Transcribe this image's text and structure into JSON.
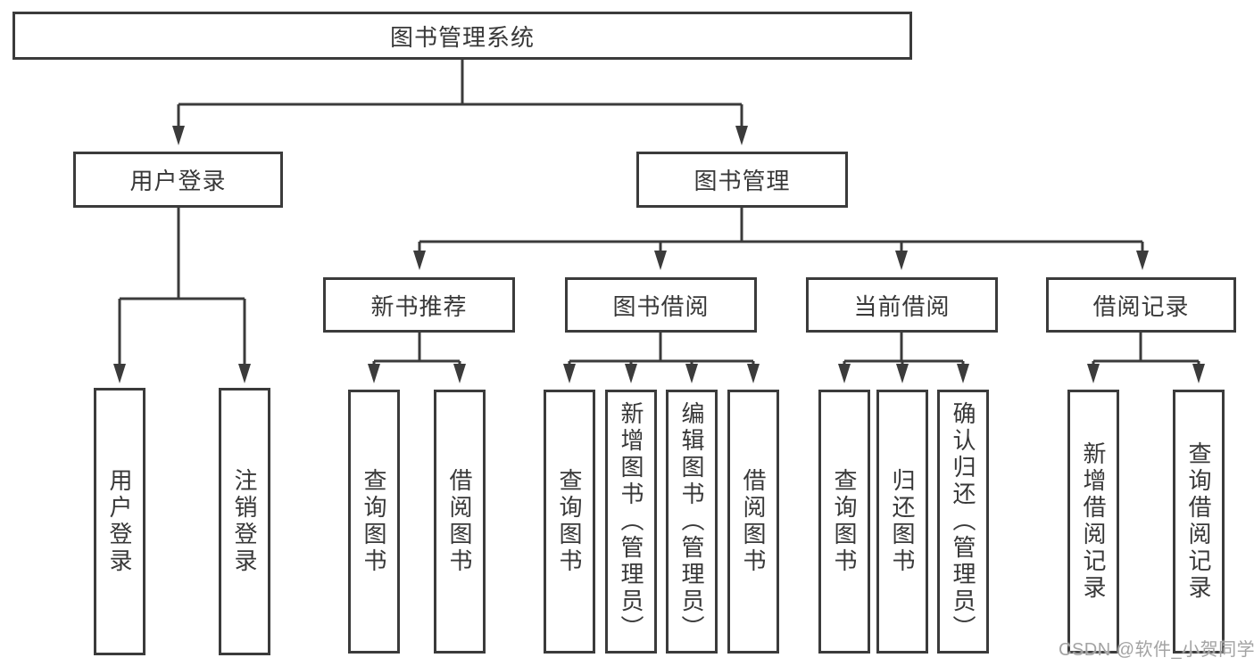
{
  "diagram": {
    "title": "图书管理系统",
    "watermark": "CSDN @软件_小贺同学",
    "colors": {
      "line": "#3b3b3b",
      "box_border": "#3b3b3b",
      "text": "#383838",
      "background": "#ffffff",
      "watermark": "#a3a3a3"
    },
    "nodes": {
      "root": {
        "label": "图书管理系统"
      },
      "user_login": {
        "label": "用户登录"
      },
      "book_management": {
        "label": "图书管理"
      },
      "login": {
        "label": "用户登录"
      },
      "logout": {
        "label": "注销登录"
      },
      "new_book_recommend": {
        "label": "新书推荐"
      },
      "book_borrowing": {
        "label": "图书借阅"
      },
      "current_borrowing": {
        "label": "当前借阅"
      },
      "borrowing_records": {
        "label": "借阅记录"
      },
      "nbr_query_books": {
        "label": "查询图书"
      },
      "nbr_borrow_books": {
        "label": "借阅图书"
      },
      "bb_query_books": {
        "label": "查询图书"
      },
      "bb_add_books": {
        "label": "新增图书（管理员）"
      },
      "bb_edit_books": {
        "label": "编辑图书（管理员）"
      },
      "bb_borrow_books": {
        "label": "借阅图书"
      },
      "cb_query_books": {
        "label": "查询图书"
      },
      "cb_return_books": {
        "label": "归还图书"
      },
      "cb_confirm_return": {
        "label": "确认归还（管理员）"
      },
      "br_add_record": {
        "label": "新增借阅记录"
      },
      "br_query_record": {
        "label": "查询借阅记录"
      }
    },
    "hierarchy": {
      "图书管理系统": {
        "用户登录": [
          "用户登录",
          "注销登录"
        ],
        "图书管理": {
          "新书推荐": [
            "查询图书",
            "借阅图书"
          ],
          "图书借阅": [
            "查询图书",
            "新增图书（管理员）",
            "编辑图书（管理员）",
            "借阅图书"
          ],
          "当前借阅": [
            "查询图书",
            "归还图书",
            "确认归还（管理员）"
          ],
          "借阅记录": [
            "新增借阅记录",
            "查询借阅记录"
          ]
        }
      }
    }
  }
}
